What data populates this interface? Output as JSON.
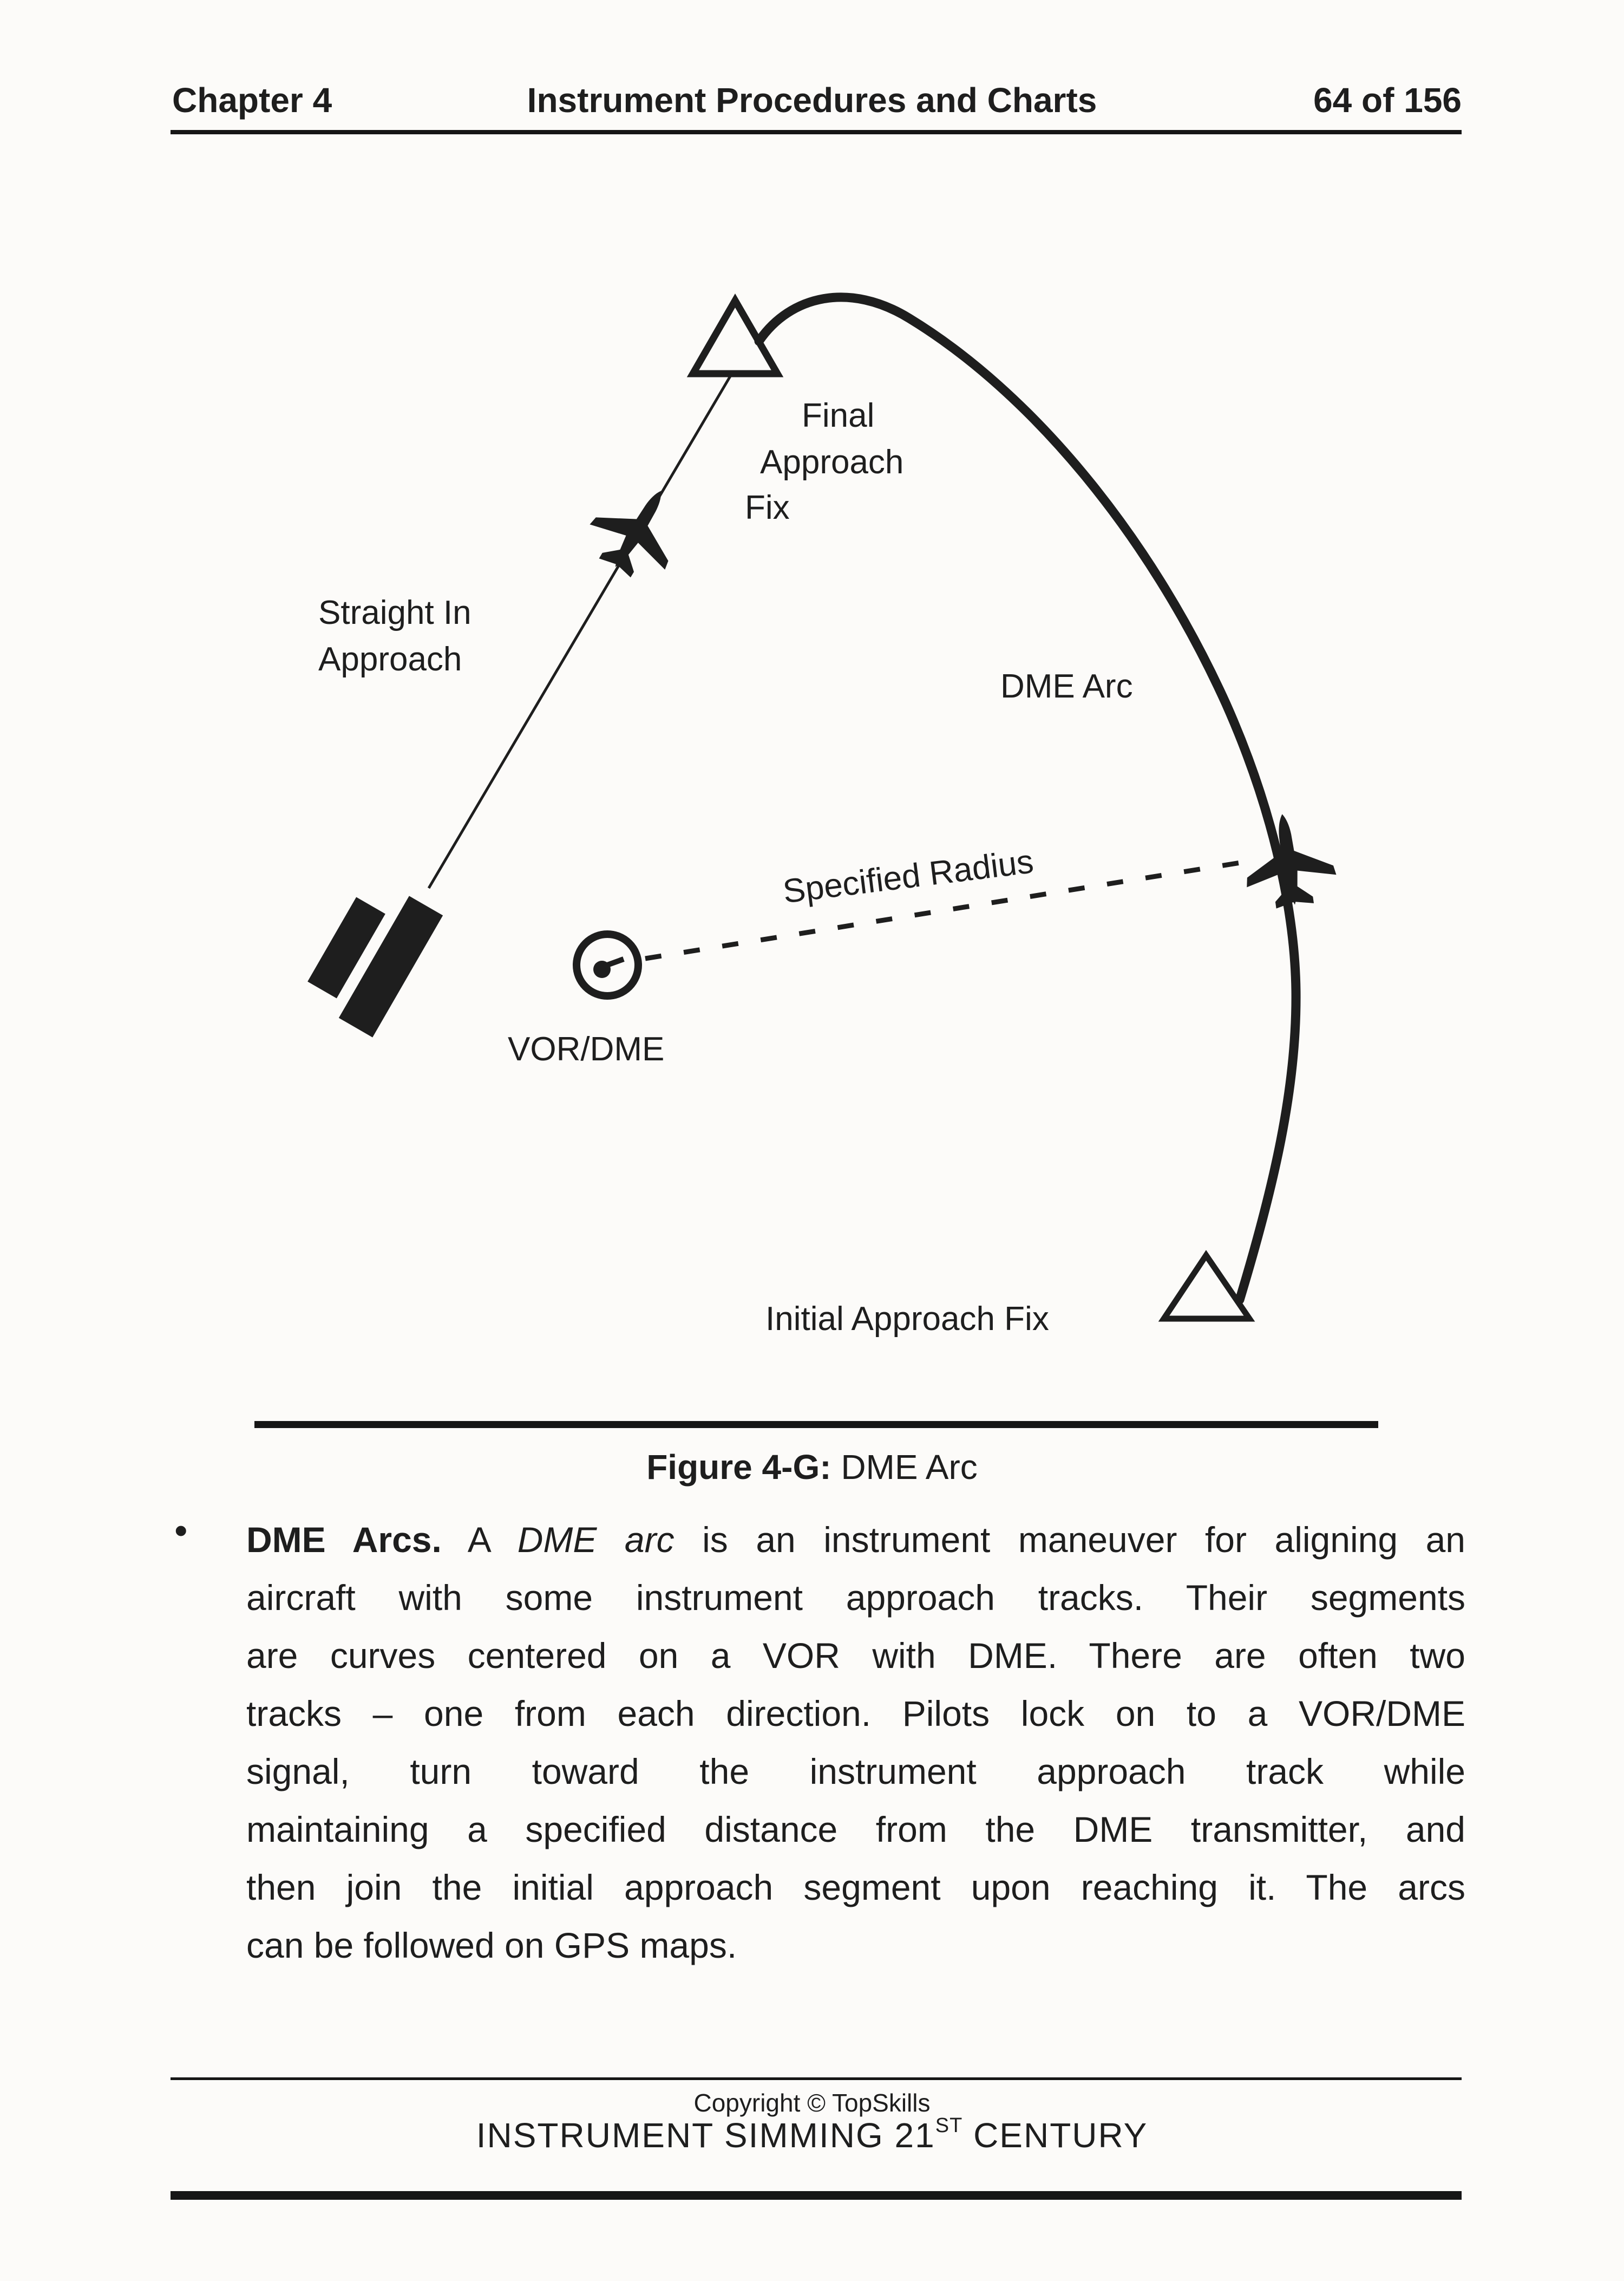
{
  "colors": {
    "ink": "#1e1e1e",
    "paper": "#fcfbf9",
    "rule": "#161616"
  },
  "header": {
    "left": "Chapter 4",
    "center": "Instrument Procedures and Charts",
    "right": "64 of 156"
  },
  "figure": {
    "caption_label": "Figure 4-G:",
    "caption_text": " DME Arc",
    "labels": {
      "faf_line1": "Final",
      "faf_line2": "Approach",
      "faf_line3": "Fix",
      "straight_line1": "Straight In",
      "straight_line2": "Approach",
      "dme_arc": "DME Arc",
      "specified_radius": "Specified Radius",
      "vor_dme": "VOR/DME",
      "iaf": "Initial Approach Fix"
    },
    "symbols": [
      "final-approach-fix-triangle",
      "initial-approach-fix-triangle",
      "vor-dme-station",
      "runway",
      "aircraft-on-straight-in",
      "aircraft-on-arc",
      "dme-arc-curve",
      "straight-in-approach-line",
      "specified-radius-dashed-line"
    ]
  },
  "paragraph": {
    "bullet": "•",
    "lines": [
      [
        {
          "t": "DME Arcs.",
          "b": true
        },
        {
          "t": " A "
        },
        {
          "t": "DME arc",
          "i": true
        },
        {
          "t": " is an instrument maneuver for aligning an"
        }
      ],
      [
        {
          "t": "aircraft with some instrument approach tracks. Their segments"
        }
      ],
      [
        {
          "t": "are curves centered on a VOR with DME. There are often two"
        }
      ],
      [
        {
          "t": "tracks – one from each direction. Pilots lock on to a VOR/DME"
        }
      ],
      [
        {
          "t": "signal, turn toward the instrument approach track while"
        }
      ],
      [
        {
          "t": "maintaining a specified distance from the DME transmitter, and"
        }
      ],
      [
        {
          "t": "then join the initial approach segment upon reaching it. The arcs"
        }
      ],
      [
        {
          "t": "can be followed on GPS maps."
        }
      ]
    ]
  },
  "footer": {
    "copyright": "Copyright © TopSkills",
    "title_part1": "INSTRUMENT SIMMING 21",
    "title_sup": "ST",
    "title_part2": " CENTURY"
  }
}
